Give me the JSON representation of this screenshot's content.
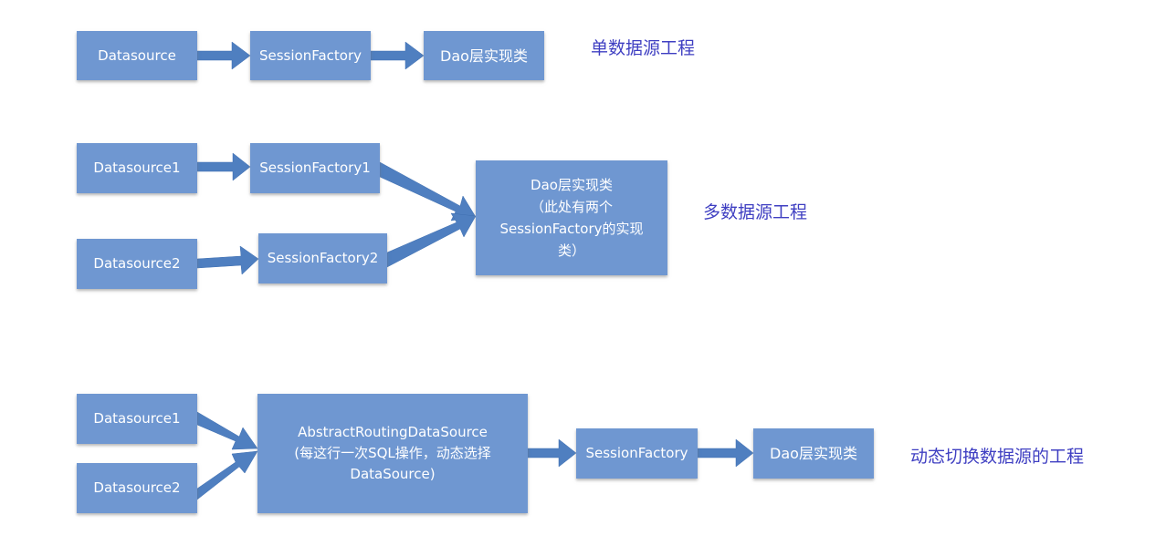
{
  "single": {
    "datasource": "Datasource",
    "session_factory": "SessionFactory",
    "dao": "Dao层实现类",
    "label": "单数据源工程"
  },
  "multi": {
    "datasource1": "Datasource1",
    "datasource2": "Datasource2",
    "session_factory1": "SessionFactory1",
    "session_factory2": "SessionFactory2",
    "dao": "Dao层实现类\n（此处有两个\nSessionFactory的实现\n类）",
    "label": "多数据源工程"
  },
  "dynamic": {
    "datasource1": "Datasource1",
    "datasource2": "Datasource2",
    "routing": "AbstractRoutingDataSource\n(每这行一次SQL操作，动态选择\nDataSource)",
    "session_factory": "SessionFactory",
    "dao": "Dao层实现类",
    "label": "动态切换数据源的工程"
  },
  "colors": {
    "box_fill": "#6f97d1",
    "arrow_fill": "#4f7fc0",
    "label_text": "#3f3fc2"
  }
}
